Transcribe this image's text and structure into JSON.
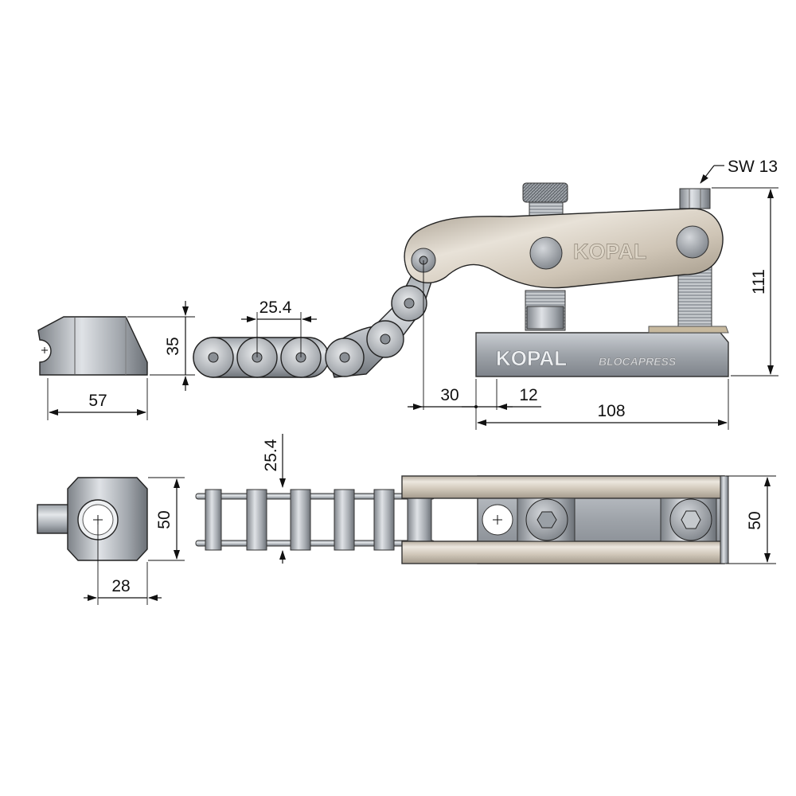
{
  "callout": {
    "wrench_size": "SW 13"
  },
  "dimensions": {
    "side_block_length": "57",
    "side_block_height": "35",
    "chain_pitch_side": "25.4",
    "pivot_offset": "30",
    "base_step": "12",
    "base_length": "108",
    "total_height": "111",
    "top_block_width": "50",
    "top_block_hole_offset": "28",
    "chain_pitch_top": "25.4",
    "top_clamp_width": "50"
  },
  "branding": {
    "arm_logo": "KOPAL",
    "base_logo": "KOPAL",
    "base_model": "BLOCAPRESS"
  },
  "colors": {
    "steel_dark": "#8a8f95",
    "steel_mid": "#b9bec4",
    "steel_light": "#e2e5e8",
    "arm_champagne": "#cdc3b4",
    "line": "#111111"
  }
}
